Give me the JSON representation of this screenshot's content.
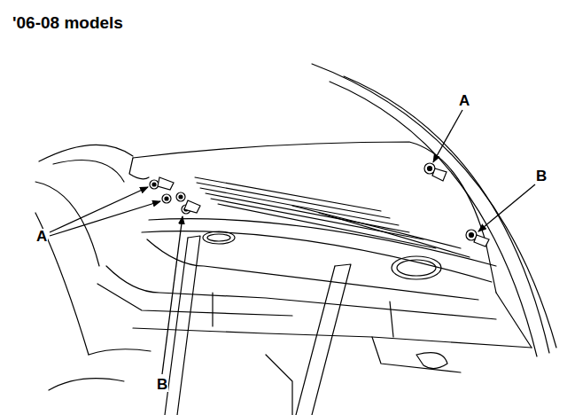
{
  "diagram": {
    "title": "'06-08 models",
    "labels": [
      "A",
      "B",
      "A",
      "B"
    ]
  }
}
